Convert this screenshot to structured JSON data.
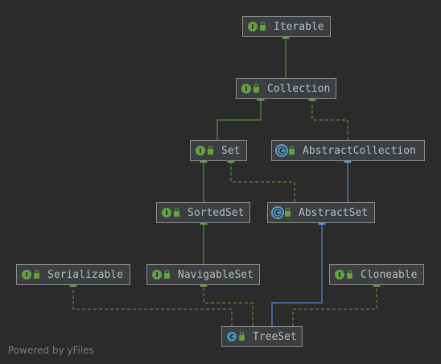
{
  "nodes": {
    "iterable": {
      "label": "Iterable",
      "kind": "interface",
      "kind_glyph": "I"
    },
    "collection": {
      "label": "Collection",
      "kind": "interface",
      "kind_glyph": "I"
    },
    "set": {
      "label": "Set",
      "kind": "interface",
      "kind_glyph": "I"
    },
    "abstract_collection": {
      "label": "AbstractCollection",
      "kind": "abstract-class",
      "kind_glyph": "C"
    },
    "sorted_set": {
      "label": "SortedSet",
      "kind": "interface",
      "kind_glyph": "I"
    },
    "abstract_set": {
      "label": "AbstractSet",
      "kind": "abstract-class",
      "kind_glyph": "C"
    },
    "serializable": {
      "label": "Serializable",
      "kind": "interface",
      "kind_glyph": "I"
    },
    "navigable_set": {
      "label": "NavigableSet",
      "kind": "interface",
      "kind_glyph": "I"
    },
    "cloneable": {
      "label": "Cloneable",
      "kind": "interface",
      "kind_glyph": "I"
    },
    "tree_set": {
      "label": "TreeSet",
      "kind": "class",
      "kind_glyph": "C"
    }
  },
  "edge_colors": {
    "implements": "#62a33f",
    "extends_class": "#589df6"
  },
  "watermark": "Powered by yFiles"
}
